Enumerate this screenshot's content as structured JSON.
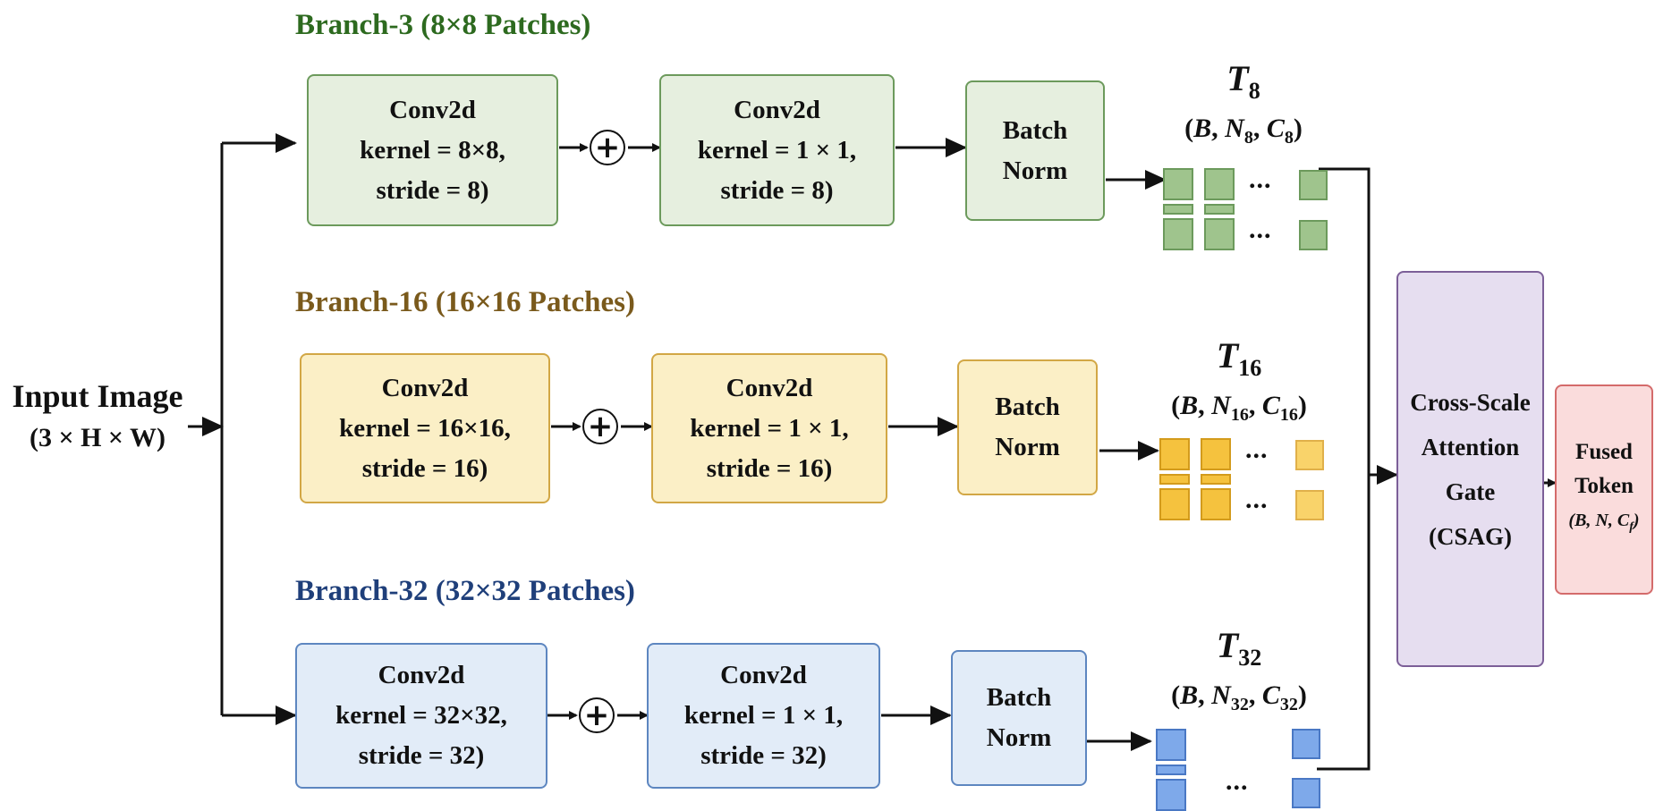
{
  "input": {
    "title": "Input Image",
    "shape": "(3 × H × W)"
  },
  "branches": [
    {
      "title": "Branch-3 (8×8 Patches)",
      "title_color": "#2d6a1f",
      "conv1": [
        "Conv2d",
        "kernel = 8×8,",
        "stride = 8)"
      ],
      "conv2": [
        "Conv2d",
        "kernel = 1 × 1,",
        "stride = 8)"
      ],
      "norm": [
        "Batch",
        "Norm"
      ],
      "token_symbol": "T",
      "token_sub": "8",
      "shape_b": "B",
      "shape_n": "N",
      "shape_c": "C",
      "shape_sub": "8",
      "cell_fill": "#9fc48d",
      "cell_border": "#6c9a5c",
      "dots": "..."
    },
    {
      "title": "Branch-16 (16×16 Patches)",
      "title_color": "#7a5a1c",
      "conv1": [
        "Conv2d",
        "kernel = 16×16,",
        "stride = 16)"
      ],
      "conv2": [
        "Conv2d",
        "kernel = 1 × 1,",
        "stride = 16)"
      ],
      "norm": [
        "Batch",
        "Norm"
      ],
      "token_symbol": "T",
      "token_sub": "16",
      "shape_b": "B",
      "shape_n": "N",
      "shape_c": "C",
      "shape_sub": "16",
      "cell_fill": "#f5c23e",
      "cell_border": "#d39b1c",
      "dots": "..."
    },
    {
      "title": "Branch-32 (32×32 Patches)",
      "title_color": "#1f3f7a",
      "conv1": [
        "Conv2d",
        "kernel = 32×32,",
        "stride = 32)"
      ],
      "conv2": [
        "Conv2d",
        "kernel = 1 × 1,",
        "stride = 32)"
      ],
      "norm": [
        "Batch",
        "Norm"
      ],
      "token_symbol": "T",
      "token_sub": "32",
      "shape_b": "B",
      "shape_n": "N",
      "shape_c": "C",
      "shape_sub": "32",
      "cell_fill": "#7ea9ea",
      "cell_border": "#4a78c4",
      "dots": "..."
    }
  ],
  "plus_symbol": "+",
  "csag": [
    "Cross-Scale",
    "Attention",
    "Gate",
    "(CSAG)"
  ],
  "fused": {
    "lines": [
      "Fused",
      "Token"
    ],
    "shape": "(B, N, C",
    "shape_sub": "f",
    "shape_end": ")"
  }
}
